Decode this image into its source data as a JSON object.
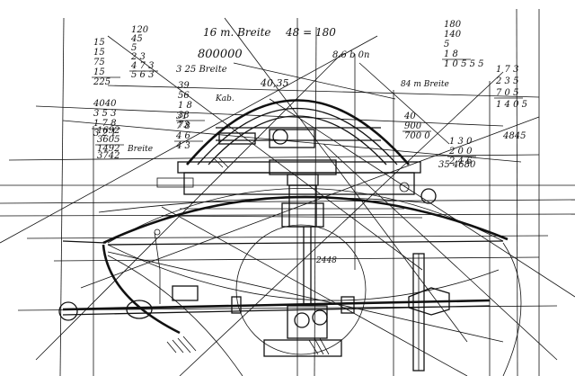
{
  "sketch": {
    "title": "",
    "notes": {
      "dome_label": "16 m. Breite",
      "dome_value": "800000",
      "top_eq": "48 = 180",
      "right_top": "8.6 b 0n",
      "left_mid": "3 25 Breite",
      "mid_left": "40,35",
      "cabin": "Kab.",
      "right_mid": "84 m Breite",
      "right_mid_value": "4845",
      "right_lower": "35 4680",
      "left_low": "3742",
      "left_low2": "Breite",
      "spin_label": "2448"
    },
    "columns": {
      "col_a": [
        "15",
        "15",
        "75",
        "15",
        "225"
      ],
      "col_b": [
        "120",
        "45",
        "5",
        "2 3",
        "4 7 3",
        "5 6 3"
      ],
      "col_c": [
        "39",
        "56",
        "1 8",
        "38",
        "73"
      ],
      "col_d": [
        "31",
        "7 8",
        "4 6",
        "4 3"
      ],
      "col_e": [
        "4040",
        "3 5 3",
        "1 7 8",
        "3 2 1"
      ],
      "col_f": [
        "1692",
        "3605",
        "1492"
      ],
      "col_g": [
        "180",
        "140",
        "5",
        "1 8",
        "1 0 5 5 5"
      ],
      "col_h": [
        "40",
        "900",
        "700 0"
      ],
      "col_i": [
        "1 7 3",
        "2 3 5",
        "7 0 5",
        "1 4 0 5"
      ],
      "col_j": [
        "1 3 0",
        "2 0 0",
        "2 4 6"
      ]
    },
    "colors": {
      "ink": "#111111",
      "paper": "#ffffff"
    }
  }
}
